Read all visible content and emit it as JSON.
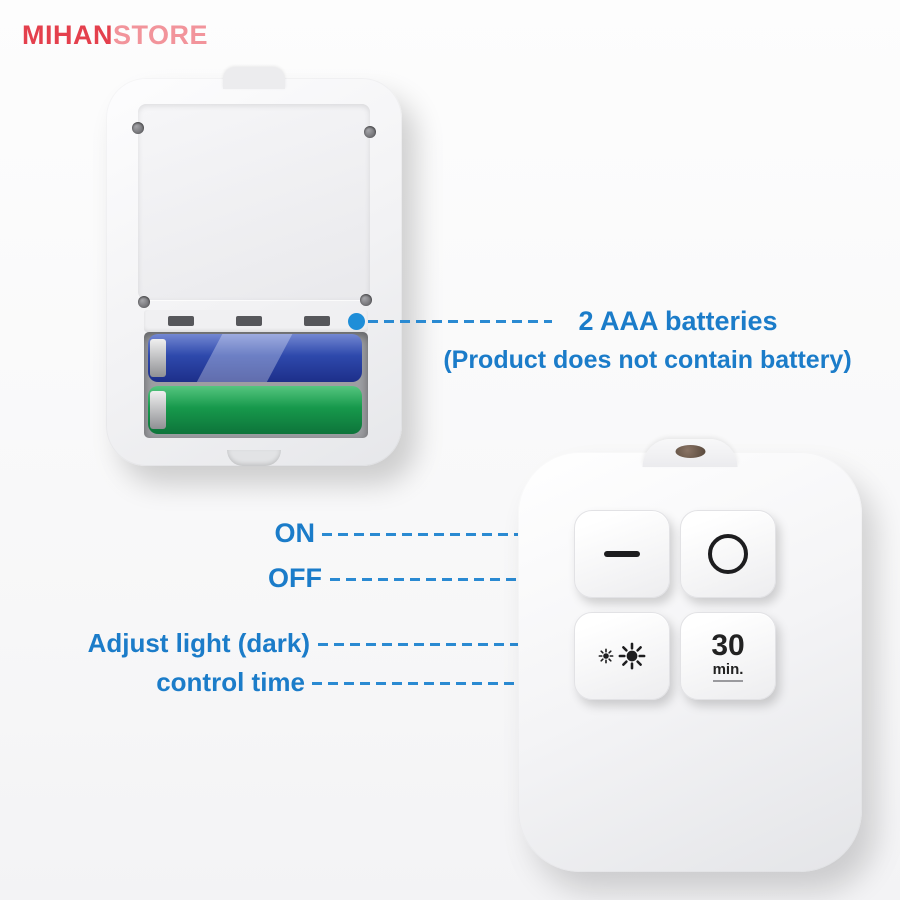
{
  "logo": {
    "part1": "MIHAN",
    "part2": "STORE",
    "color_primary": "#e4404d",
    "color_secondary": "#f2949b"
  },
  "battery_callout": {
    "title": "2 AAA batteries",
    "note": "(Product does not contain battery)",
    "text_color": "#1b7cc9",
    "dot_color": "#1f8ed8",
    "line_color": "#2a8ad2"
  },
  "remote_callouts": {
    "on": "ON",
    "off": "OFF",
    "adjust_light": "Adjust light (dark)",
    "control_time": "control time"
  },
  "remote": {
    "timer_value": "30",
    "timer_unit": "min.",
    "buttons": [
      {
        "name": "on-button",
        "icon": "dash-icon"
      },
      {
        "name": "off-button",
        "icon": "circle-icon"
      },
      {
        "name": "brightness-button",
        "icon": "sun-small-icon + sun-large-icon"
      },
      {
        "name": "timer-button",
        "icon": "text 30 min."
      }
    ]
  },
  "device": {
    "battery_blue_color": "#2e49ac",
    "battery_green_color": "#17994c"
  }
}
